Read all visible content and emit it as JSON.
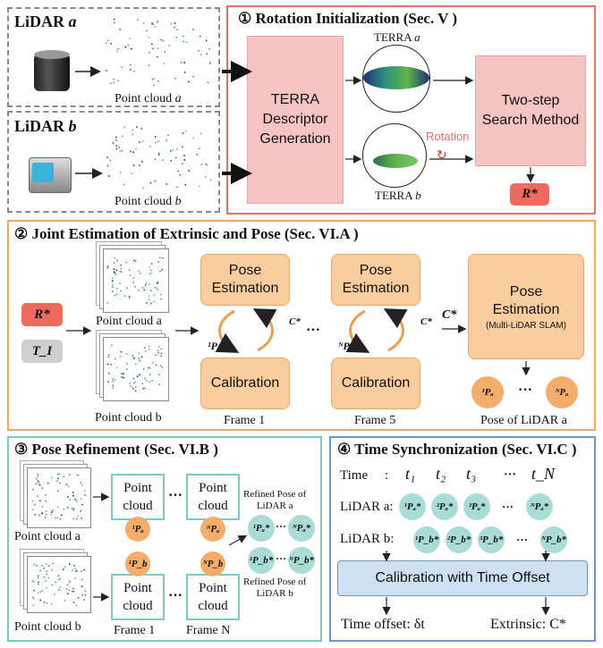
{
  "top": {
    "lidar_a": {
      "label": "LiDAR ",
      "var": "a",
      "pc_label": "Point cloud ",
      "pc_var": "a"
    },
    "lidar_b": {
      "label": "LiDAR ",
      "var": "b",
      "pc_label": "Point cloud ",
      "pc_var": "b"
    },
    "section1": {
      "title": "① Rotation Initialization (Sec. V )",
      "terra_box": [
        "TERRA",
        "Descriptor",
        "Generation"
      ],
      "terra_a": "TERRA ",
      "terra_a_var": "a",
      "terra_b": "TERRA ",
      "terra_b_var": "b",
      "rotation": "Rotation",
      "search_box": [
        "Two-step",
        "Search Method"
      ],
      "r_star": "R*"
    }
  },
  "section2": {
    "title": "② Joint Estimation of Extrinsic and Pose (Sec. VI.A )",
    "r_star": "R*",
    "t_i": "T_I",
    "pc_a": "Point cloud a",
    "pc_b": "Point cloud b",
    "pose_estimation": [
      "Pose",
      "Estimation"
    ],
    "calibration": "Calibration",
    "frame1": "Frame 1",
    "frame5": "Frame 5",
    "ellipsis": "···",
    "c_star": "C*",
    "p1a": "¹Pₐ",
    "pna": "ᴺPₐ",
    "big_pose": [
      "Pose",
      "Estimation"
    ],
    "big_pose_sub": "(Multi-LiDAR SLAM)",
    "pose_of": "Pose of LiDAR a",
    "circle1": "¹Pₐ",
    "circleN": "ᴺPₐ"
  },
  "section3": {
    "title": "③ Pose Refinement (Sec. VI.B )",
    "pc_a": "Point cloud a",
    "pc_b": "Point cloud b",
    "box_text": [
      "Point",
      "cloud"
    ],
    "p1a": "¹Pₐ",
    "pna": "ᴺPₐ",
    "p1b": "¹P_b",
    "pnb": "ᴺP_b",
    "refined_a": [
      "Refined Pose of",
      "LiDAR a"
    ],
    "refined_b": [
      "Refined Pose of",
      "LiDAR b"
    ],
    "rp1a": "¹Pₐ*",
    "rpna": "ᴺPₐ*",
    "rp1b": "¹P_b*",
    "rpnb": "ᴺP_b*",
    "frame1": "Frame 1",
    "frameN": "Frame N",
    "ellipsis": "···"
  },
  "section4": {
    "title": "④ Time Synchronization (Sec. VI.C )",
    "time_label": "Time",
    "colon": ":",
    "t": [
      "t₁",
      "t₂",
      "t₃",
      "···",
      "t_N"
    ],
    "lidar_a": "LiDAR a:",
    "lidar_b": "LiDAR b:",
    "pa": [
      "¹Pₐ*",
      "²Pₐ*",
      "³Pₐ*",
      "···",
      "ᴺPₐ*"
    ],
    "pb": [
      "¹P_b*",
      "²P_b*",
      "³P_b*",
      "···",
      "ᴺP_b*"
    ],
    "calib": "Calibration with Time Offset",
    "time_offset": "Time offset: δt",
    "extrinsic": "Extrinsic: C*"
  },
  "colors": {
    "red": "#e8706b",
    "orange": "#f2a65a",
    "teal": "#7ec9c3",
    "blue": "#6e95c6",
    "pink_fill": "#f6c5c3",
    "orange_fill": "#f9cd9d",
    "calib_fill": "#cfe0f2"
  }
}
